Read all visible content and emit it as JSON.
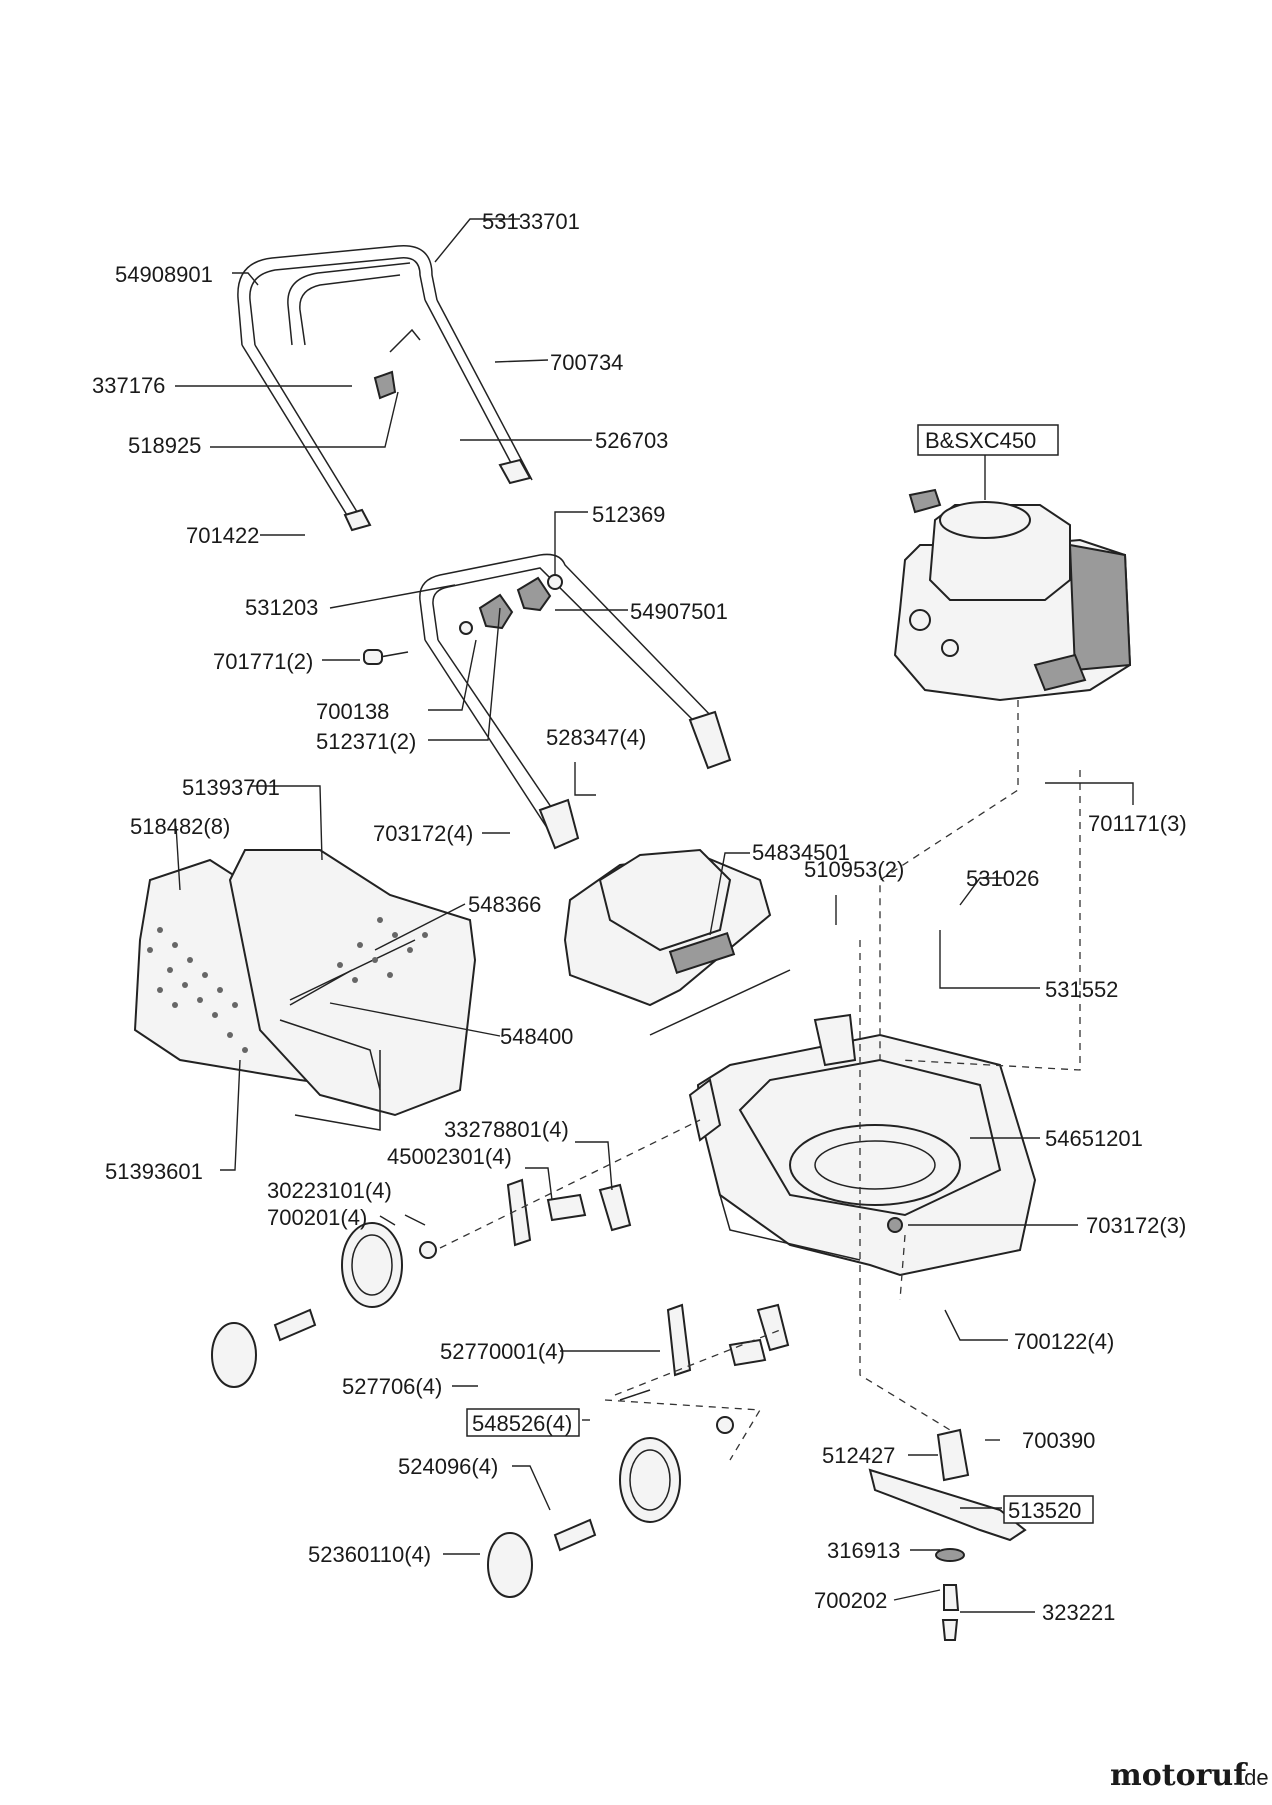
{
  "labels": {
    "p53133701": "53133701",
    "p54908901": "54908901",
    "p700734": "700734",
    "p337176": "337176",
    "p518925": "518925",
    "p526703": "526703",
    "p701422": "701422",
    "p512369": "512369",
    "p531203": "531203",
    "p54907501": "54907501",
    "p701771": "701771(2)",
    "p700138": "700138",
    "p512371": "512371(2)",
    "p528347": "528347(4)",
    "p51393701": "51393701",
    "p518482": "518482(8)",
    "p703172a": "703172(4)",
    "p548366": "548366",
    "p54834501": "54834501",
    "p510953": "510953(2)",
    "p531026": "531026",
    "p531552": "531552",
    "p548400": "548400",
    "p701171": "701171(3)",
    "pBSXC450": "B&SXC450",
    "p33278801": "33278801(4)",
    "p45002301": "45002301(4)",
    "p54651201": "54651201",
    "p51393601": "51393601",
    "p30223101": "30223101(4)",
    "p700201": "700201(4)",
    "p703172b": "703172(3)",
    "p700122": "700122(4)",
    "p52770001": "52770001(4)",
    "p527706": "527706(4)",
    "p548526": "548526(4)",
    "p512427": "512427",
    "p700390": "700390",
    "p524096": "524096(4)",
    "p513520": "513520",
    "p316913": "316913",
    "p52360110": "52360110(4)",
    "p700202": "700202",
    "p323221": "323221"
  },
  "watermark": {
    "brand_text": "motoruf",
    "domain_text": ".de"
  }
}
